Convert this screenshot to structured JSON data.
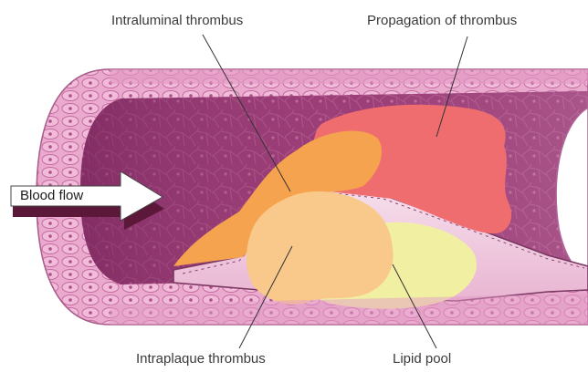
{
  "labels": {
    "intraluminal": "Intraluminal thrombus",
    "propagation": "Propagation of thrombus",
    "intraplaque": "Intraplaque thrombus",
    "lipid": "Lipid pool",
    "blood_flow": "Blood flow"
  },
  "colors": {
    "vessel_wall": "#e8a9cc",
    "wall_cells": "#d77fb4",
    "lumen_dark": "#7a2a5e",
    "lumen_mid": "#a8457f",
    "intima": "#f3d7e8",
    "propagation_thrombus": "#ef6d6f",
    "intraluminal_thrombus": "#f5a34f",
    "intraplaque_thrombus": "#f8c98a",
    "lipid_pool": "#f1f0a2",
    "arrow_fill": "#ffffff",
    "arrow_shadow": "#5b1838"
  }
}
